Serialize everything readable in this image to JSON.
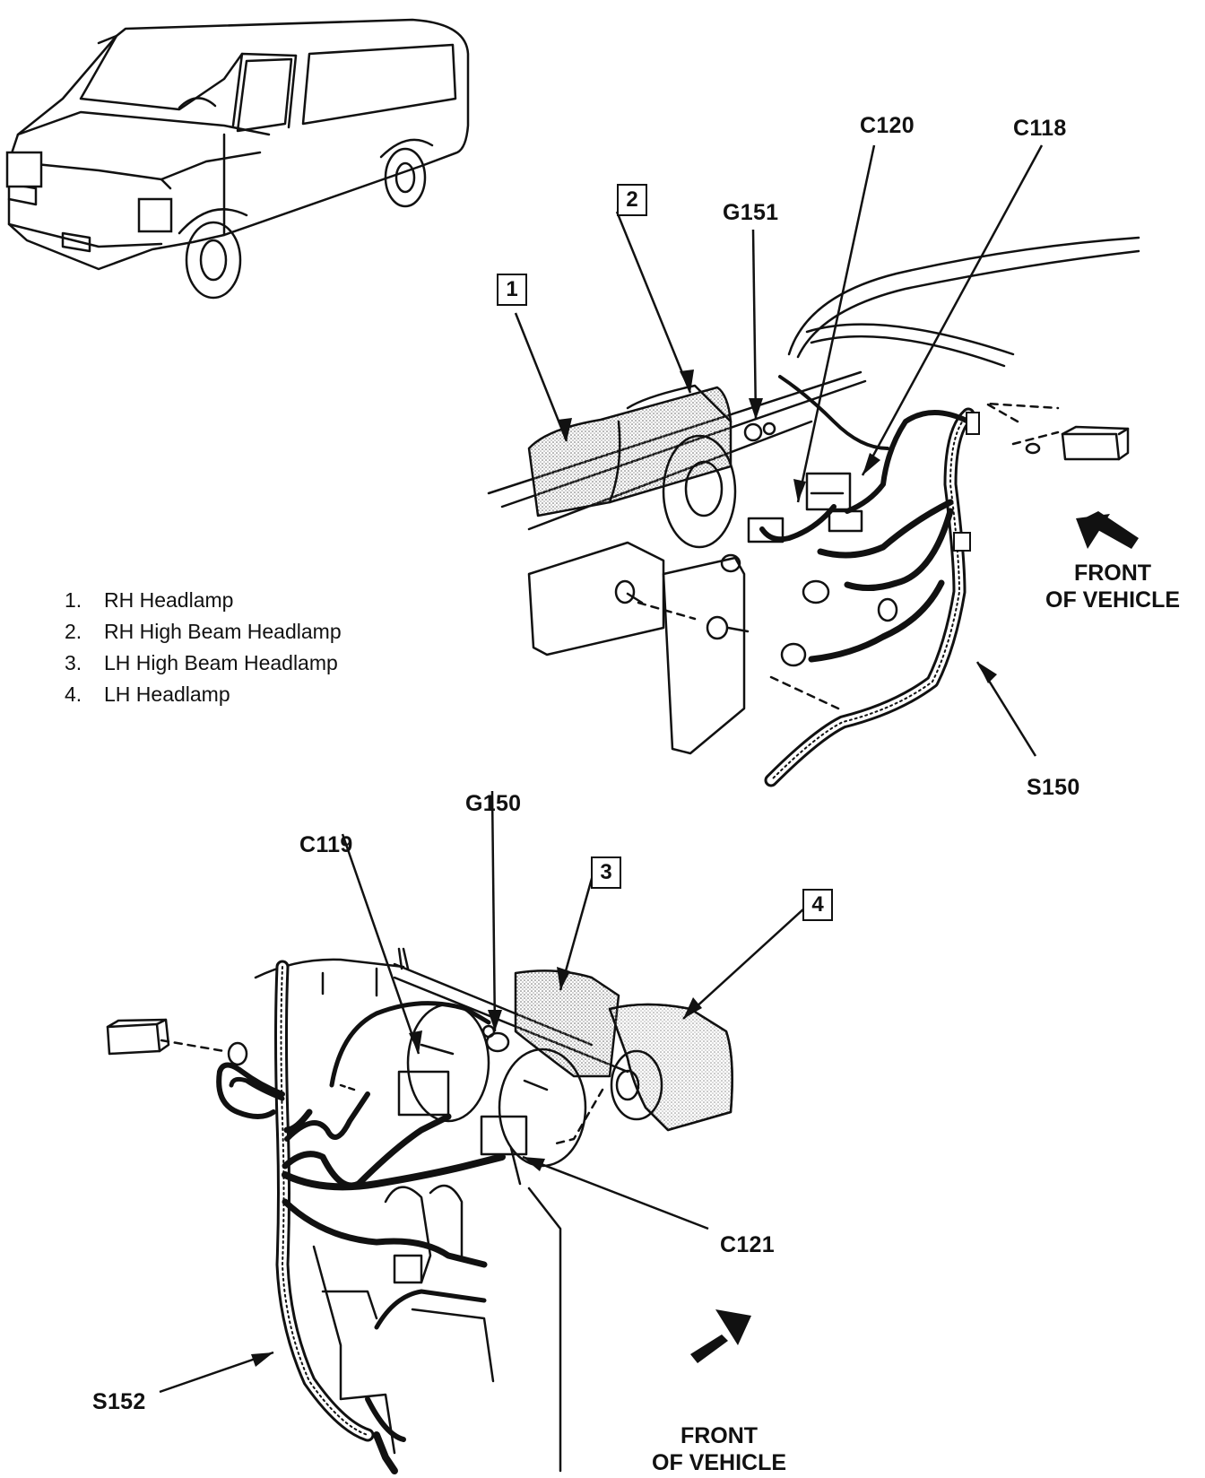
{
  "legend": [
    {
      "num": "1.",
      "text": "RH Headlamp"
    },
    {
      "num": "2.",
      "text": "RH High Beam Headlamp"
    },
    {
      "num": "3.",
      "text": "LH High Beam Headlamp"
    },
    {
      "num": "4.",
      "text": "LH Headlamp"
    }
  ],
  "callouts": {
    "c1": "1",
    "c2": "2",
    "c3": "3",
    "c4": "4"
  },
  "labels": {
    "c120": "C120",
    "c118": "C118",
    "g151": "G151",
    "s150": "S150",
    "g150": "G150",
    "c119": "C119",
    "c121": "C121",
    "s152": "S152"
  },
  "front_top": {
    "line1": "FRONT",
    "line2": "OF VEHICLE"
  },
  "front_bottom": {
    "line1": "FRONT",
    "line2": "OF VEHICLE"
  }
}
